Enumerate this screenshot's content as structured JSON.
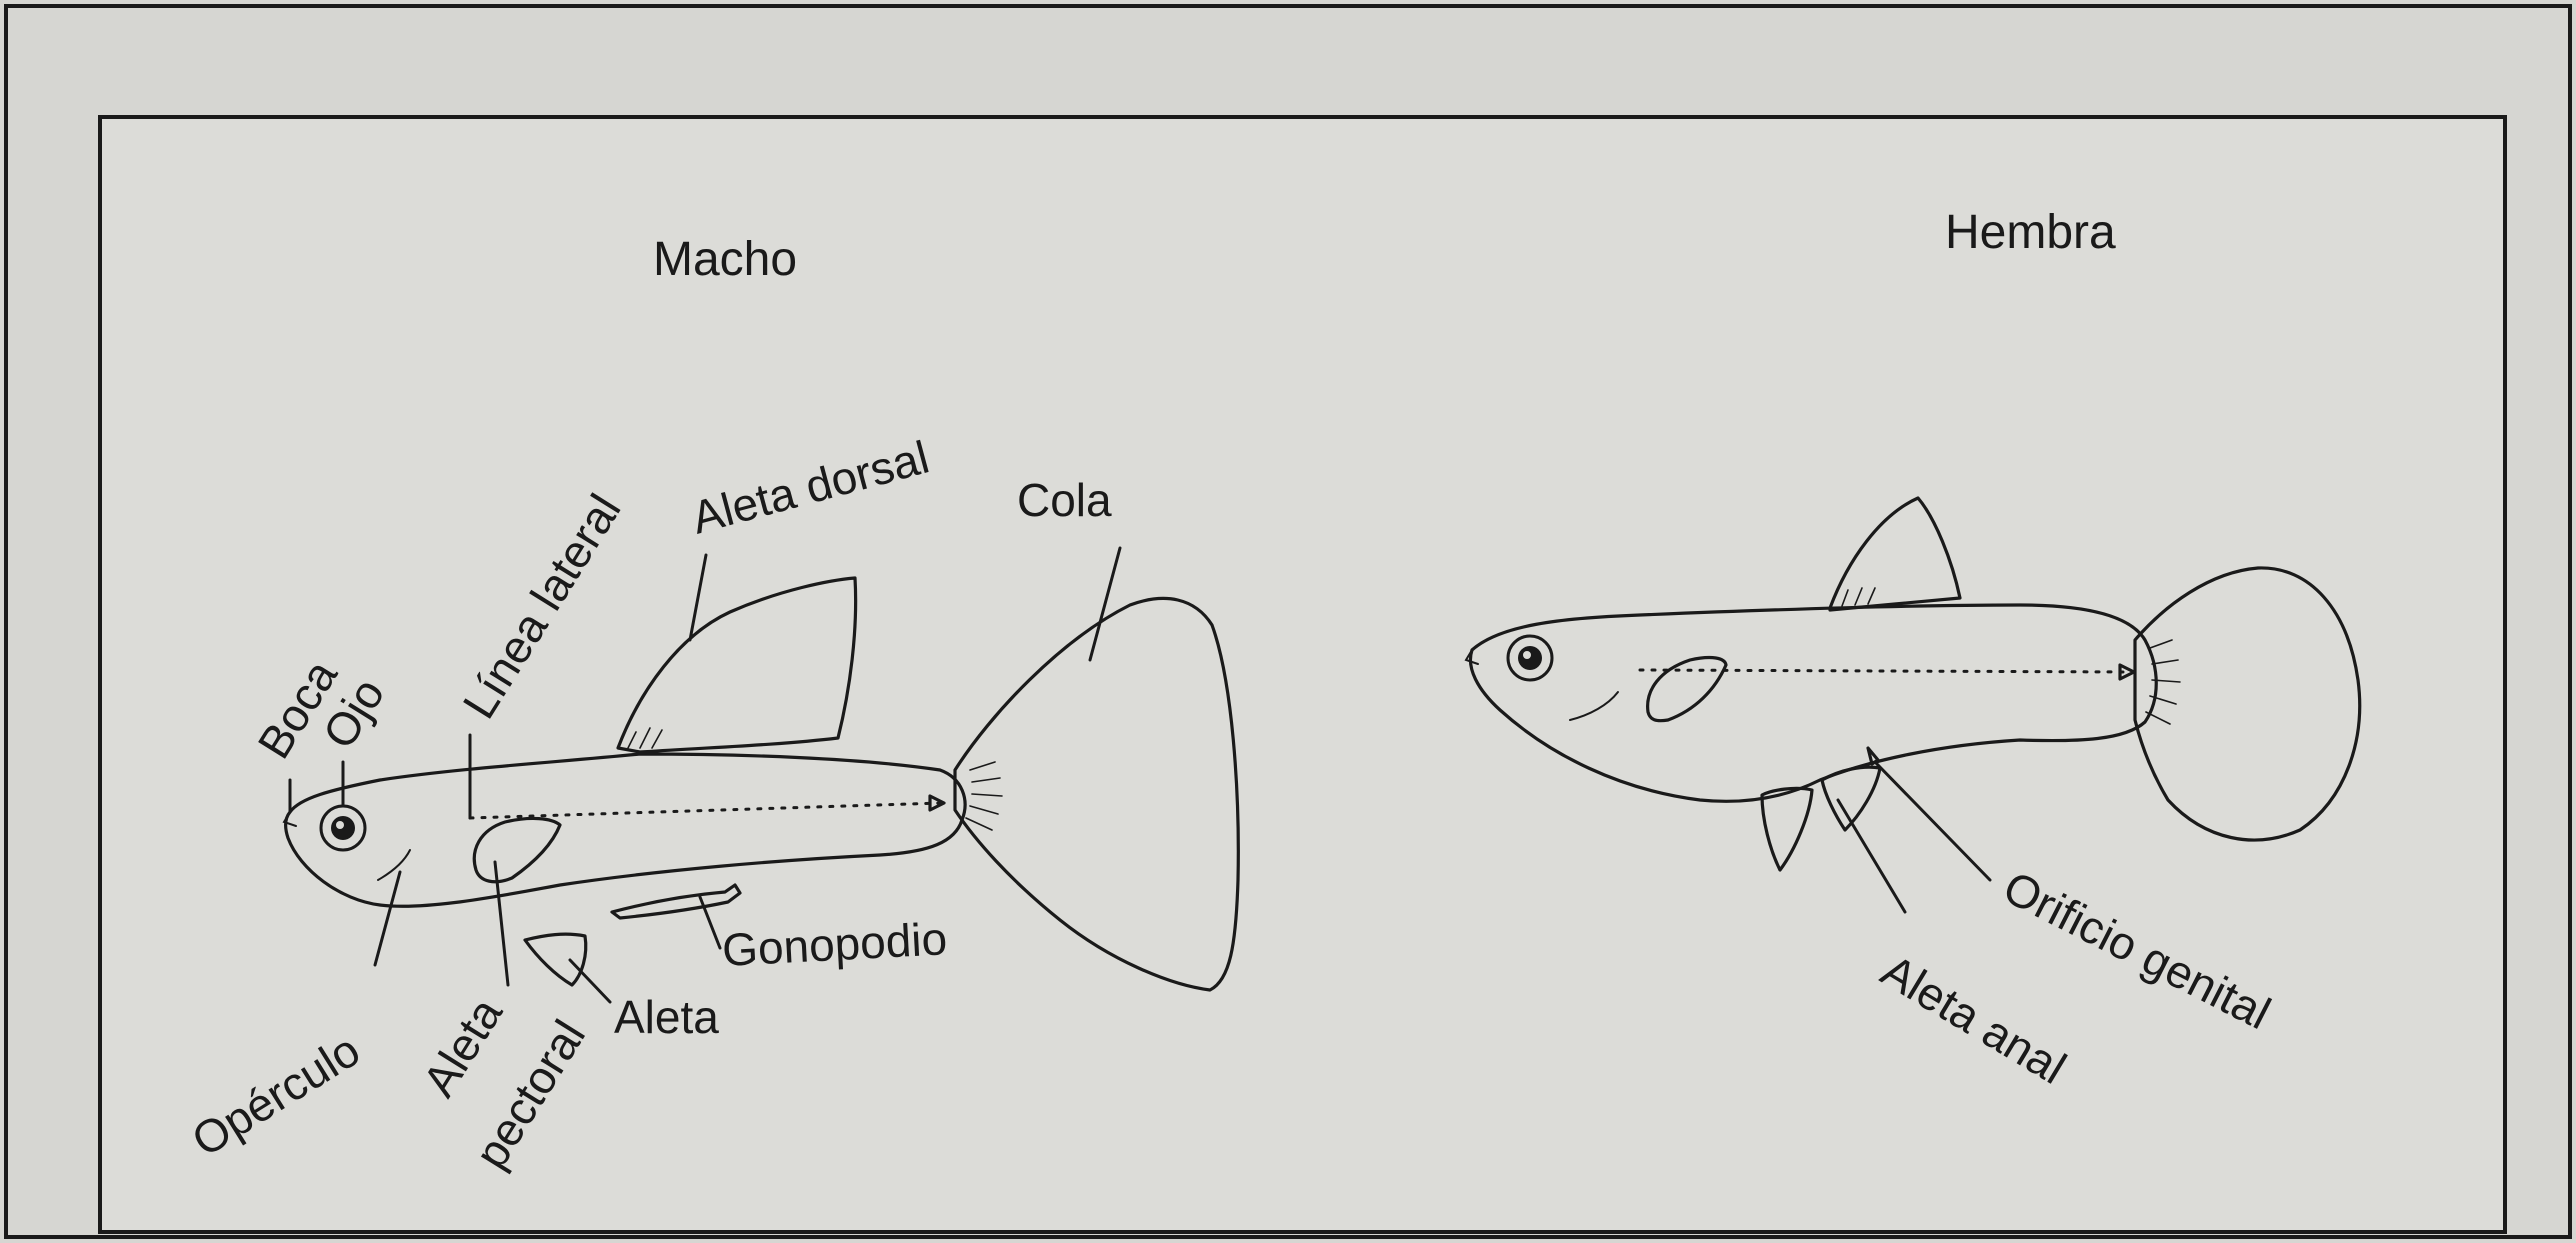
{
  "diagram": {
    "colors": {
      "paper": "#d6d6d2",
      "panel": "#dcdcd8",
      "ink": "#1a1a1a"
    },
    "male": {
      "title": "Macho",
      "labels": {
        "boca": "Boca",
        "ojo": "Ojo",
        "linea_lateral": "Línea lateral",
        "aleta_dorsal": "Aleta dorsal",
        "cola": "Cola",
        "gonopodio": "Gonopodio",
        "aleta": "Aleta",
        "operculo": "Opérculo",
        "aleta_pectoral_1": "Aleta",
        "aleta_pectoral_2": "pectoral"
      }
    },
    "female": {
      "title": "Hembra",
      "labels": {
        "orificio_genital": "Orificio genital",
        "aleta_anal": "Aleta anal"
      }
    }
  }
}
